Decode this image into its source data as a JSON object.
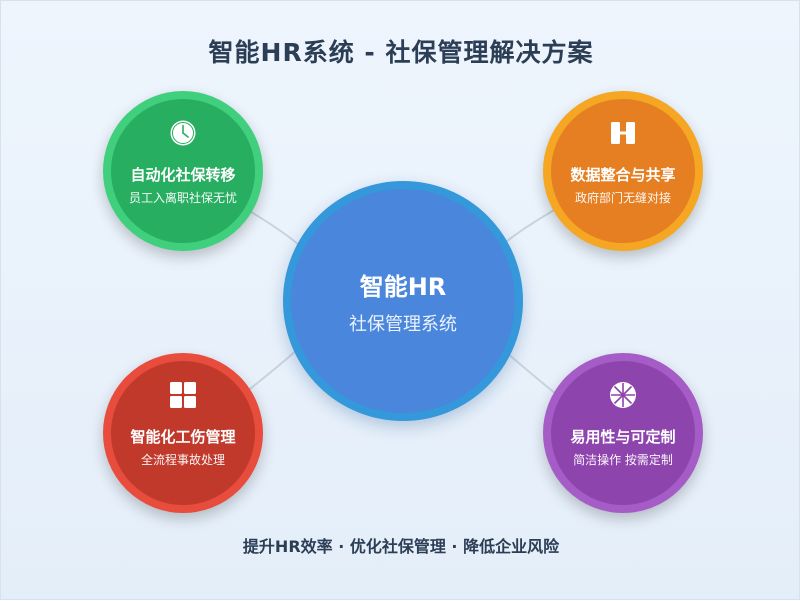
{
  "title": "智能HR系统 - 社保管理解决方案",
  "hub": {
    "title": "智能HR",
    "subtitle": "社保管理系统"
  },
  "nodes": [
    {
      "title": "自动化社保转移",
      "subtitle": "员工入离职社保无忧",
      "icon": "clock-icon",
      "fill": "#27ae60",
      "ring": "#3fcf7d"
    },
    {
      "title": "数据整合与共享",
      "subtitle": "政府部门无缝对接",
      "icon": "data-link-icon",
      "fill": "#e67e22",
      "ring": "#f5a623"
    },
    {
      "title": "智能化工伤管理",
      "subtitle": "全流程事故处理",
      "icon": "grid-icon",
      "fill": "#c0392b",
      "ring": "#e74c3c"
    },
    {
      "title": "易用性与可定制",
      "subtitle": "简洁操作 按需定制",
      "icon": "wheel-icon",
      "fill": "#8e44ad",
      "ring": "#a55cc7"
    }
  ],
  "footer": "提升HR效率 · 优化社保管理 · 降低企业风险",
  "colors": {
    "hub": "#4a86db",
    "hub_ring": "#3498db",
    "title_text": "#2c3e55",
    "connector": "#c8d3e0"
  }
}
